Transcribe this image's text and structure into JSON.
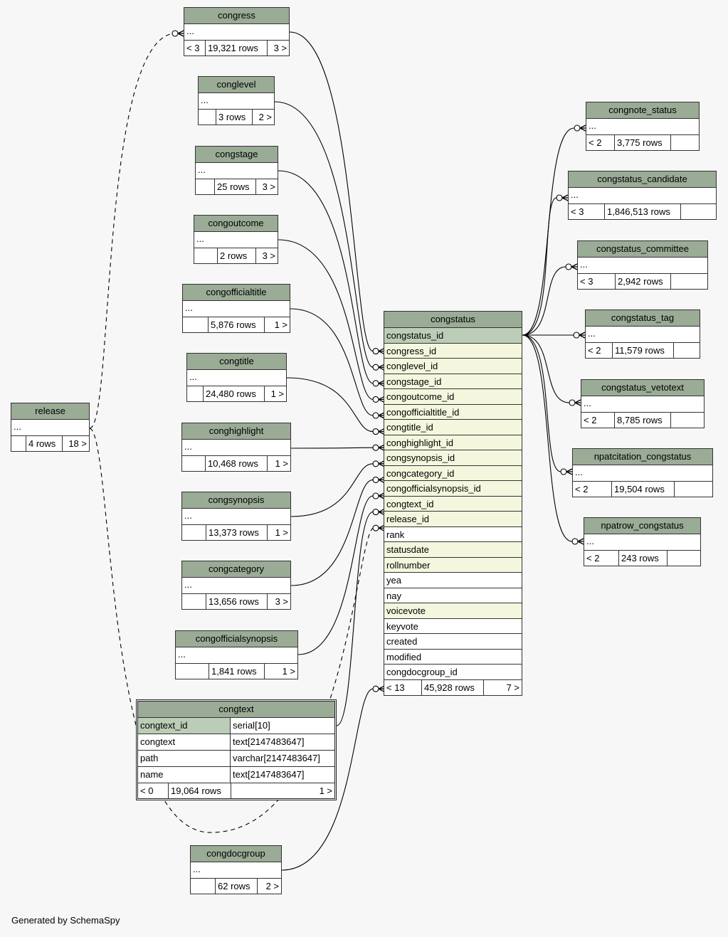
{
  "footer": "Generated by SchemaSpy",
  "colors": {
    "header": "#9aab96",
    "pk": "#bccdb7",
    "fk": "#f4f7de",
    "background": "#f7f7f7"
  },
  "tables": {
    "congress": {
      "name": "congress",
      "body": "...",
      "parents": "< 3",
      "rows": "19,321 rows",
      "children": "3 >"
    },
    "conglevel": {
      "name": "conglevel",
      "body": "...",
      "parents": "",
      "rows": "3 rows",
      "children": "2 >"
    },
    "congstage": {
      "name": "congstage",
      "body": "...",
      "parents": "",
      "rows": "25 rows",
      "children": "3 >"
    },
    "congoutcome": {
      "name": "congoutcome",
      "body": "...",
      "parents": "",
      "rows": "2 rows",
      "children": "3 >"
    },
    "congofficialtitle": {
      "name": "congofficialtitle",
      "body": "...",
      "parents": "",
      "rows": "5,876 rows",
      "children": "1 >"
    },
    "congtitle": {
      "name": "congtitle",
      "body": "...",
      "parents": "",
      "rows": "24,480 rows",
      "children": "1 >"
    },
    "conghighlight": {
      "name": "conghighlight",
      "body": "...",
      "parents": "",
      "rows": "10,468 rows",
      "children": "1 >"
    },
    "congsynopsis": {
      "name": "congsynopsis",
      "body": "...",
      "parents": "",
      "rows": "13,373 rows",
      "children": "1 >"
    },
    "congcategory": {
      "name": "congcategory",
      "body": "...",
      "parents": "",
      "rows": "13,656 rows",
      "children": "3 >"
    },
    "congofficialsynopsis": {
      "name": "congofficialsynopsis",
      "body": "...",
      "parents": "",
      "rows": "1,841 rows",
      "children": "1 >"
    },
    "congdocgroup": {
      "name": "congdocgroup",
      "body": "...",
      "parents": "",
      "rows": "62 rows",
      "children": "2 >"
    },
    "release": {
      "name": "release",
      "body": "...",
      "parents": "",
      "rows": "4 rows",
      "children": "18 >"
    },
    "congnote_status": {
      "name": "congnote_status",
      "body": "...",
      "parents": "< 2",
      "rows": "3,775 rows",
      "children": ""
    },
    "congstatus_candidate": {
      "name": "congstatus_candidate",
      "body": "...",
      "parents": "< 3",
      "rows": "1,846,513 rows",
      "children": ""
    },
    "congstatus_committee": {
      "name": "congstatus_committee",
      "body": "...",
      "parents": "< 3",
      "rows": "2,942 rows",
      "children": ""
    },
    "congstatus_tag": {
      "name": "congstatus_tag",
      "body": "...",
      "parents": "< 2",
      "rows": "11,579 rows",
      "children": ""
    },
    "congstatus_vetotext": {
      "name": "congstatus_vetotext",
      "body": "...",
      "parents": "< 2",
      "rows": "8,785 rows",
      "children": ""
    },
    "npatcitation_congstatus": {
      "name": "npatcitation_congstatus",
      "body": "...",
      "parents": "< 2",
      "rows": "19,504 rows",
      "children": ""
    },
    "npatrow_congstatus": {
      "name": "npatrow_congstatus",
      "body": "...",
      "parents": "< 2",
      "rows": "243 rows",
      "children": ""
    }
  },
  "congstatus": {
    "name": "congstatus",
    "columns": [
      {
        "name": "congstatus_id",
        "kind": "pk"
      },
      {
        "name": "congress_id",
        "kind": "fk"
      },
      {
        "name": "conglevel_id",
        "kind": "fk"
      },
      {
        "name": "congstage_id",
        "kind": "fk"
      },
      {
        "name": "congoutcome_id",
        "kind": "fk"
      },
      {
        "name": "congofficialtitle_id",
        "kind": "fk"
      },
      {
        "name": "congtitle_id",
        "kind": "fk"
      },
      {
        "name": "conghighlight_id",
        "kind": "fk"
      },
      {
        "name": "congsynopsis_id",
        "kind": "fk"
      },
      {
        "name": "congcategory_id",
        "kind": "fk"
      },
      {
        "name": "congofficialsynopsis_id",
        "kind": "fk"
      },
      {
        "name": "congtext_id",
        "kind": "fk"
      },
      {
        "name": "release_id",
        "kind": "fk"
      },
      {
        "name": "rank",
        "kind": "plain"
      },
      {
        "name": "statusdate",
        "kind": "fk"
      },
      {
        "name": "rollnumber",
        "kind": "fk"
      },
      {
        "name": "yea",
        "kind": "plain"
      },
      {
        "name": "nay",
        "kind": "plain"
      },
      {
        "name": "voicevote",
        "kind": "fk"
      },
      {
        "name": "keyvote",
        "kind": "plain"
      },
      {
        "name": "created",
        "kind": "plain"
      },
      {
        "name": "modified",
        "kind": "plain"
      },
      {
        "name": "congdocgroup_id",
        "kind": "plain"
      }
    ],
    "parents": "< 13",
    "rows": "45,928 rows",
    "children": "7 >"
  },
  "congtext": {
    "name": "congtext",
    "columns": [
      {
        "name": "congtext_id",
        "type": "serial[10]",
        "kind": "pk"
      },
      {
        "name": "congtext",
        "type": "text[2147483647]",
        "kind": "plain"
      },
      {
        "name": "path",
        "type": "varchar[2147483647]",
        "kind": "plain"
      },
      {
        "name": "name",
        "type": "text[2147483647]",
        "kind": "plain"
      }
    ],
    "parents": "< 0",
    "rows": "19,064 rows",
    "children": "1 >"
  }
}
